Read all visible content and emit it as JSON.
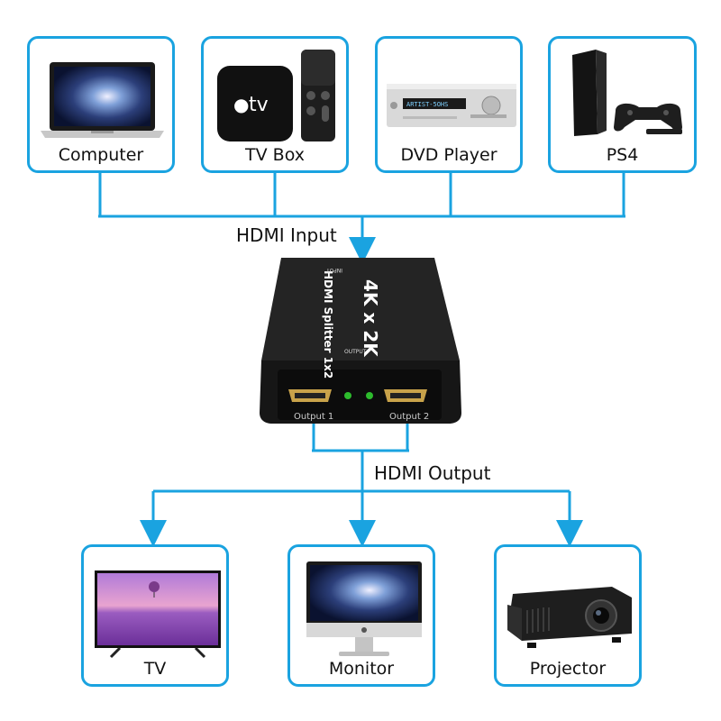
{
  "sources": [
    {
      "label": "Computer"
    },
    {
      "label": "TV Box"
    },
    {
      "label": "DVD Player"
    },
    {
      "label": "PS4"
    }
  ],
  "input_label": "HDMI Input",
  "output_label": "HDMI Output",
  "splitter": {
    "title": "4K x 2K",
    "name": "HDMI Splitter 1x2",
    "input_text": "INPUT",
    "output_text": "OUTPUT",
    "port1": "Output 1",
    "port2": "Output 2"
  },
  "tvbox_logo": "tv",
  "dvd_display": "ARTIST-5OHS",
  "displays": [
    {
      "label": "TV"
    },
    {
      "label": "Monitor"
    },
    {
      "label": "Projector"
    }
  ],
  "colors": {
    "accent": "#1aa3e0",
    "device": "#1c1c1c",
    "led": "#2dbb2d"
  }
}
